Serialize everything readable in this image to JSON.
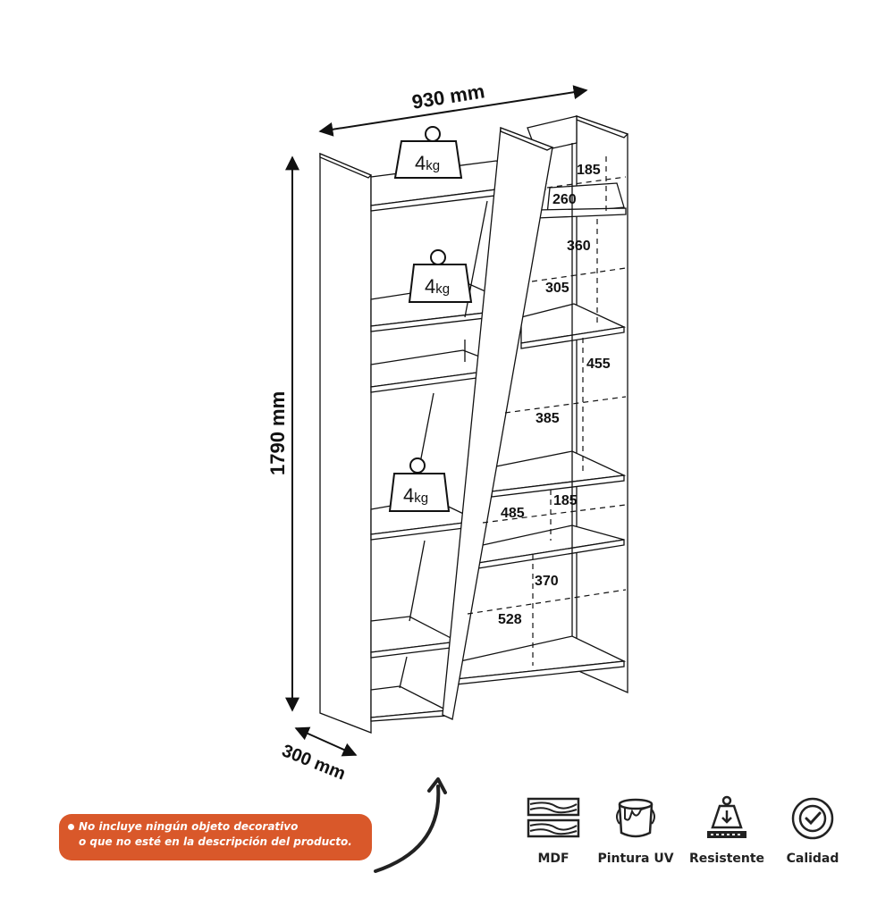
{
  "diagram": {
    "type": "furniture-dimension-drawing",
    "subject": "bookshelf",
    "dimensions": {
      "width": "930 mm",
      "height": "1790 mm",
      "depth": "300 mm"
    },
    "weight_badges": [
      {
        "value": "4",
        "unit": "kg"
      },
      {
        "value": "4",
        "unit": "kg"
      },
      {
        "value": "4",
        "unit": "kg"
      }
    ],
    "inner_measurements": {
      "m1": "185",
      "m2": "260",
      "m3": "360",
      "m4": "305",
      "m5": "455",
      "m6": "385",
      "m7": "185",
      "m8": "485",
      "m9": "370",
      "m10": "528"
    }
  },
  "notice": {
    "line1": "No incluye ningún objeto decorativo",
    "line2": "o que no esté en la descripción del producto.",
    "background_color": "#d9582a"
  },
  "features": [
    {
      "icon": "wood-planks-icon",
      "label": "MDF"
    },
    {
      "icon": "paint-bucket-icon",
      "label": "Pintura UV"
    },
    {
      "icon": "weight-resistance-icon",
      "label": "Resistente"
    },
    {
      "icon": "quality-check-icon",
      "label": "Calidad"
    }
  ]
}
